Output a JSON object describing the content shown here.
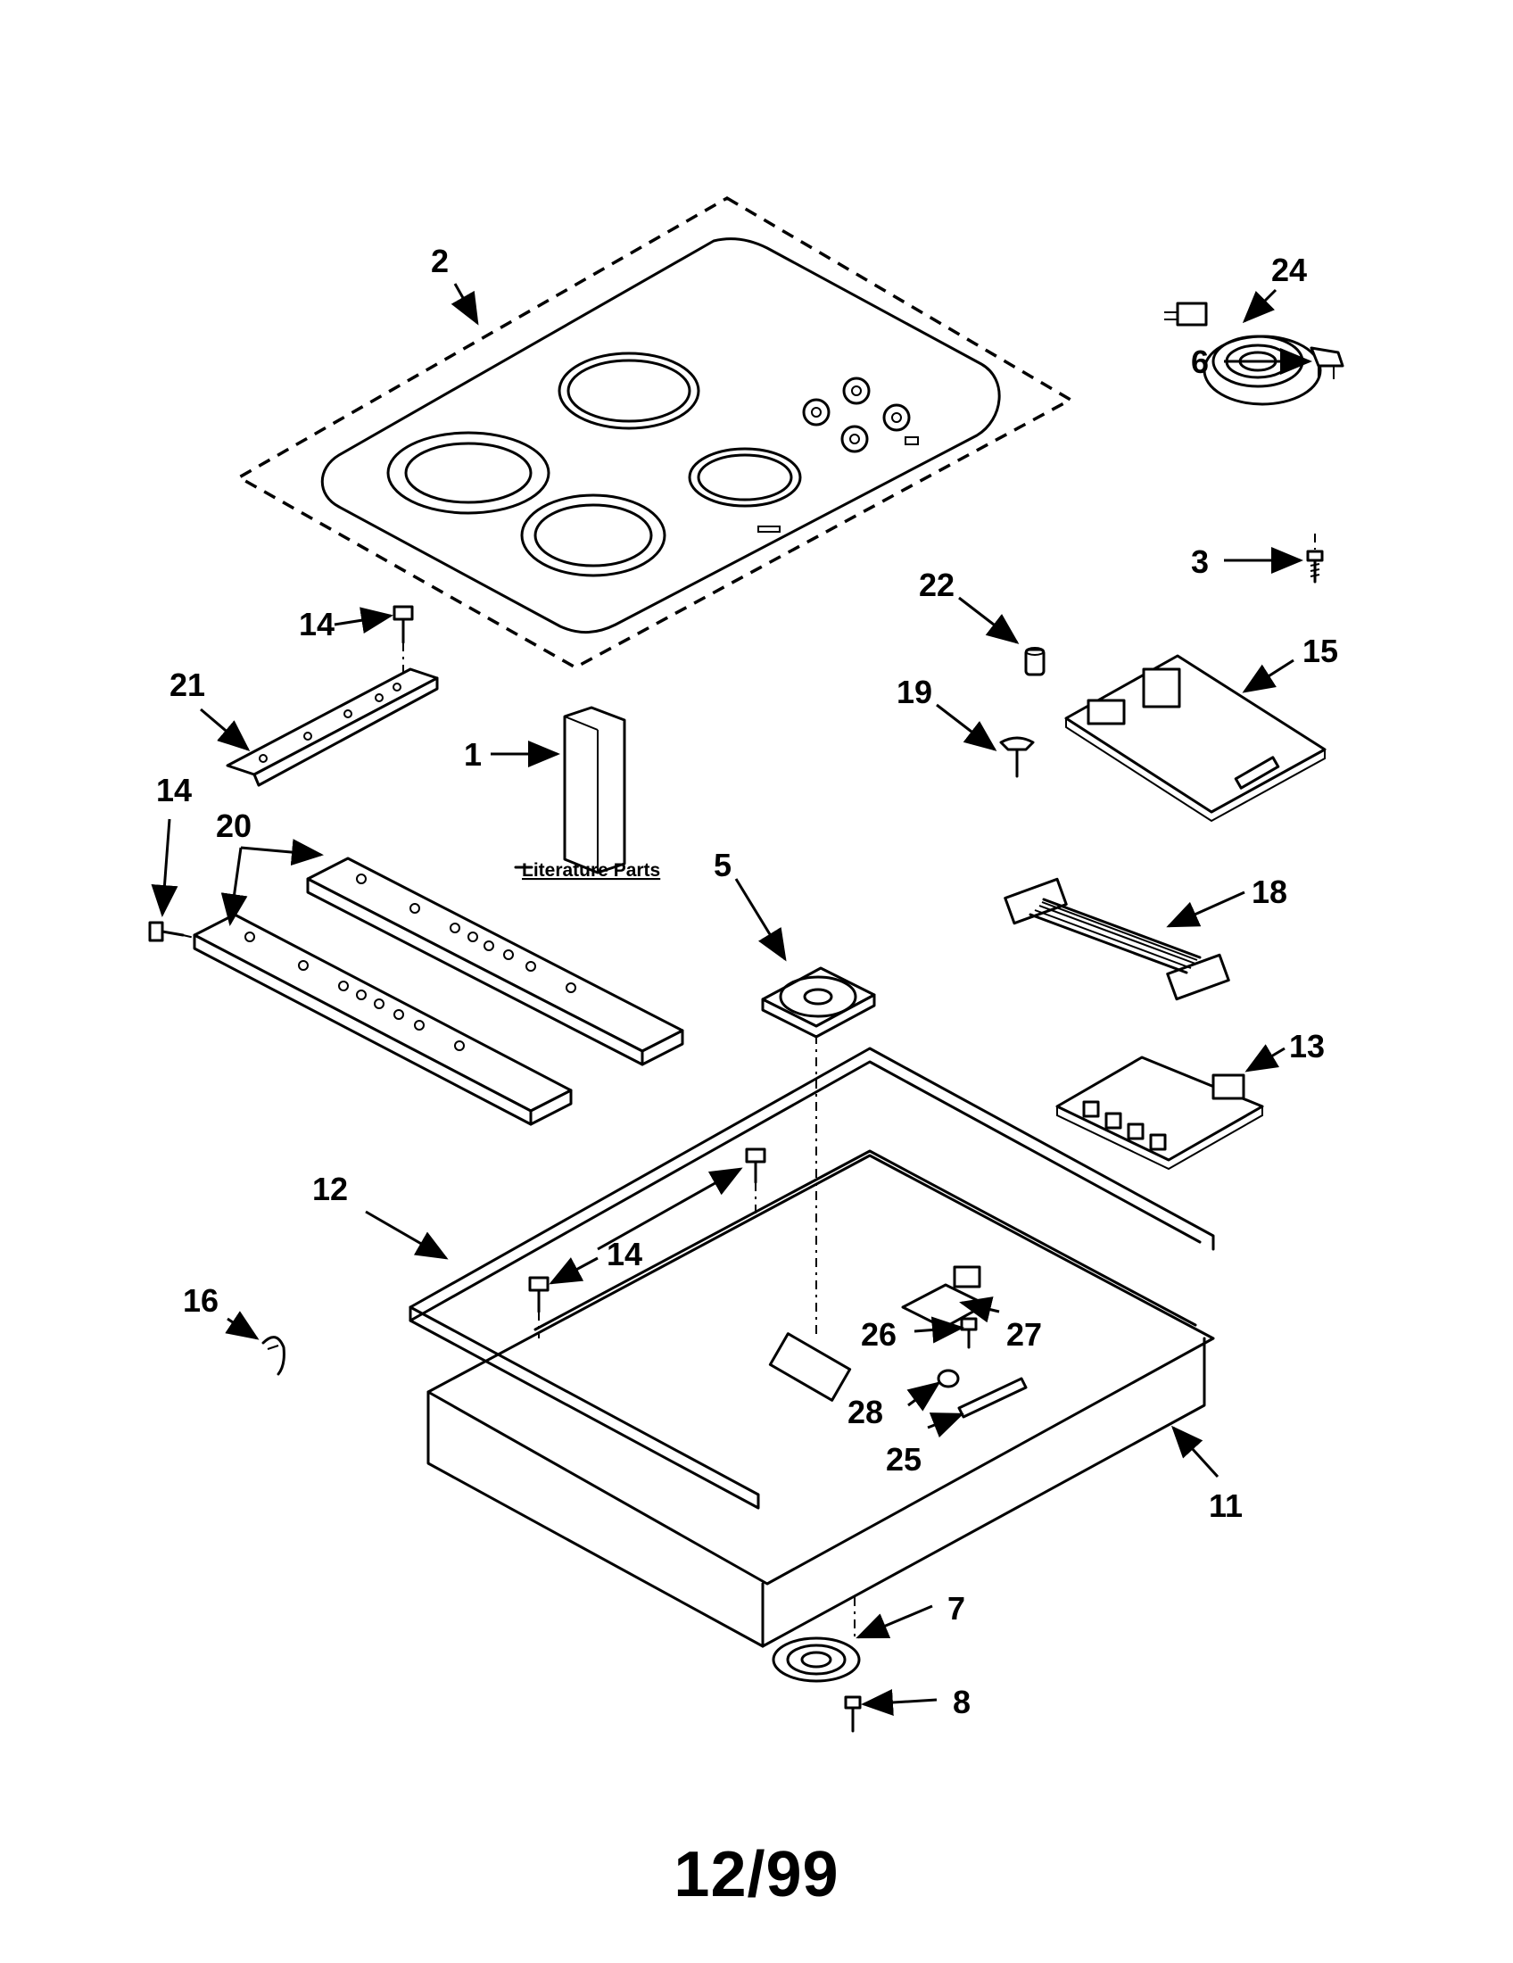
{
  "callouts": {
    "c1": "1",
    "c2": "2",
    "c3": "3",
    "c5": "5",
    "c6": "6",
    "c7": "7",
    "c8": "8",
    "c11": "11",
    "c12": "12",
    "c13": "13",
    "c14a": "14",
    "c14b": "14",
    "c14c": "14",
    "c15": "15",
    "c16": "16",
    "c18": "18",
    "c19": "19",
    "c20": "20",
    "c21": "21",
    "c22": "22",
    "c24": "24",
    "c25": "25",
    "c26": "26",
    "c27": "27",
    "c28": "28"
  },
  "literature_label": "Literature Parts",
  "footer_date": "12/99"
}
